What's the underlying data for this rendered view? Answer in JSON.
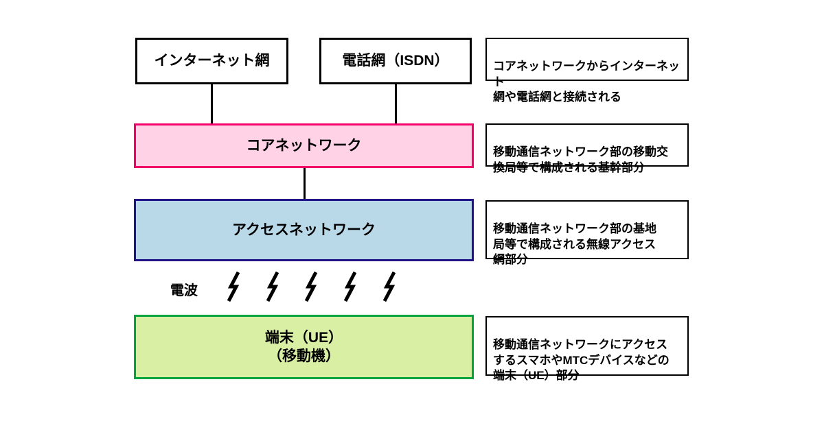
{
  "diagram": {
    "top_boxes": [
      {
        "label": "インターネット網"
      },
      {
        "label": "電話網（ISDN）"
      }
    ],
    "layers": [
      {
        "id": "core-network",
        "label": "コアネットワーク",
        "border_color": "#f1006a",
        "fill_color": "#ffd2e6"
      },
      {
        "id": "access-network",
        "label": "アクセスネットワーク",
        "border_color": "#211287",
        "fill_color": "#b9d9e9"
      },
      {
        "id": "terminal",
        "label": "端末（UE）\n（移動機）",
        "border_color": "#00a33e",
        "fill_color": "#d9efa4"
      }
    ],
    "radio_label": "電波",
    "bolt_count": 5,
    "annotations": [
      {
        "text": "コアネットワークからインターネット\n網や電話網と接続される"
      },
      {
        "text": "移動通信ネットワーク部の移動交\n換局等で構成される基幹部分"
      },
      {
        "text": "移動通信ネットワーク部の基地\n局等で構成される無線アクセス\n網部分"
      },
      {
        "text": "移動通信ネットワークにアクセス\nするスマホやMTCデバイスなどの\n端末（UE）部分"
      }
    ]
  }
}
